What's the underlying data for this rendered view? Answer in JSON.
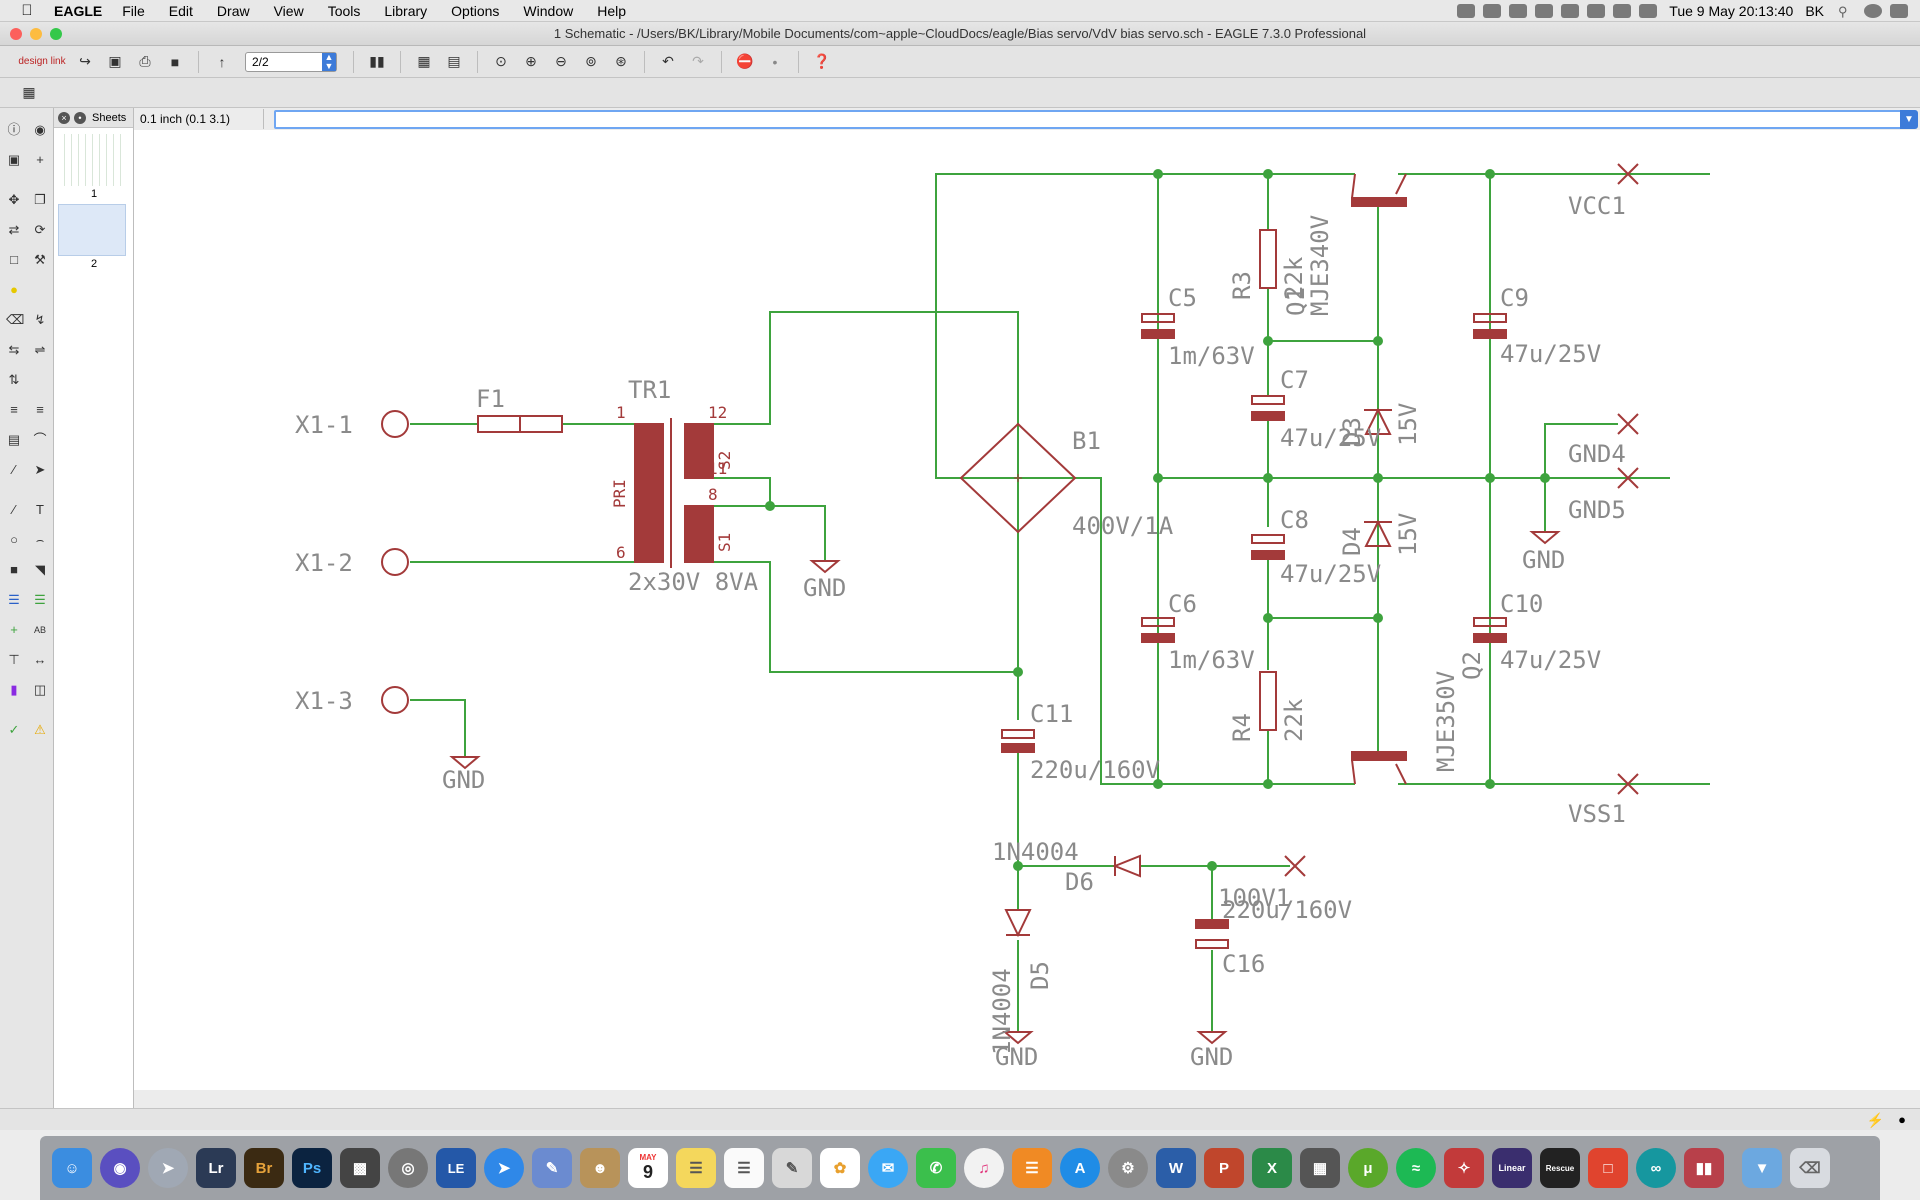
{
  "menubar": {
    "app_name": "EAGLE",
    "items": [
      "File",
      "Edit",
      "Draw",
      "View",
      "Tools",
      "Library",
      "Options",
      "Window",
      "Help"
    ],
    "clock": "Tue 9 May  20:13:40",
    "user": "BK"
  },
  "window": {
    "title": "1 Schematic - /Users/BK/Library/Mobile Documents/com~apple~CloudDocs/eagle/Bias servo/VdV bias servo.sch - EAGLE 7.3.0 Professional"
  },
  "toolbar": {
    "sheet_select": "2/2",
    "design_link_label": "design link"
  },
  "sheets_panel": {
    "header": "Sheets",
    "sheets": [
      "1",
      "2"
    ]
  },
  "coordinates": "0.1 inch (0.1 3.1)",
  "command_line": {
    "value": ""
  },
  "schematic": {
    "labels": {
      "x1_1": "X1-1",
      "x1_2": "X1-2",
      "x1_3": "X1-3",
      "f1": "F1",
      "tr1": "TR1",
      "pin1": "1",
      "pin6": "6",
      "pin12": "12",
      "pin11": "11",
      "pin8": "8",
      "pri": "PRI",
      "s1": "S1",
      "s2": "S2",
      "tr1_value": "2x30V 8VA",
      "b1": "B1",
      "b1_value": "400V/1A",
      "c11": "C11",
      "c11_value": "220u/160V",
      "c5": "C5",
      "c5_value": "1m/63V",
      "c6": "C6",
      "c6_value": "1m/63V",
      "c7": "C7",
      "c7_value": "47u/25V",
      "c8": "C8",
      "c8_value": "47u/25V",
      "c9": "C9",
      "c9_value": "47u/25V",
      "c10": "C10",
      "c10_value": "47u/25V",
      "r3": "R3",
      "r3_value": "22k",
      "r4": "R4",
      "r4_value": "22k",
      "q1": "Q1",
      "q1_value": "MJE340V",
      "q2": "Q2",
      "q2_value": "MJE350V",
      "d3": "D3",
      "d3_value": "15V",
      "d4": "D4",
      "d4_value": "15V",
      "d5": "D5",
      "d5_value": "1N4004",
      "d6": "D6",
      "d6_value": "1N4004",
      "c16": "C16",
      "c16_value": "220u/160V",
      "vcc1": "VCC1",
      "vss1": "VSS1",
      "gnd4": "GND4",
      "gnd5": "GND5",
      "v100": "100V1",
      "gnd": "GND"
    }
  },
  "dock": {
    "apps": [
      "Finder",
      "Siri",
      "Launchpad",
      "Lr",
      "Br",
      "Ps",
      "Final Cut",
      "DVD",
      "LE",
      "Safari",
      "Preview",
      "Contacts",
      "Calendar",
      "Notes",
      "Reminders",
      "Pages",
      "Photos",
      "Messages",
      "FaceTime",
      "iTunes",
      "iBooks",
      "App Store",
      "Preferences",
      "W",
      "P",
      "X",
      "Utility",
      "uTorrent",
      "Spotify",
      "Falcon",
      "Linear",
      "Rescue",
      "Brackets",
      "Arduino",
      "Parallels",
      "Downloads",
      "Trash"
    ],
    "calendar_day": "9",
    "calendar_month": "MAY"
  },
  "colors": {
    "wire": "#3ea33e",
    "symbol": "#a33a3a",
    "junction": "#3ea33e",
    "text": "#8a8a8a",
    "canvas": "#ffffff",
    "accent": "#3d7bd9"
  }
}
